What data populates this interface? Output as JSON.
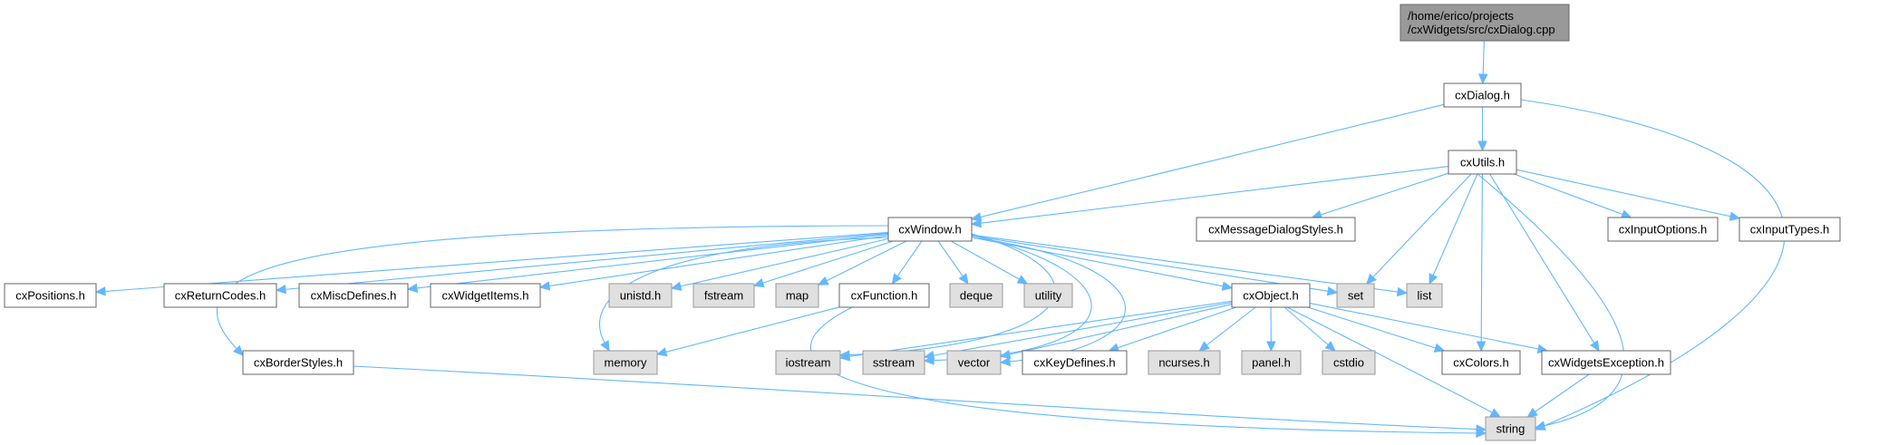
{
  "graph": {
    "title": "Include dependency graph for cxDialog.cpp",
    "colors": {
      "edge": "#63b8ff",
      "root_fill": "#999999",
      "project_fill": "#ffffff",
      "system_fill": "#e0e0e0"
    },
    "nodes": [
      {
        "id": "root",
        "label_lines": [
          "/home/erico/projects",
          "/cxWidgets/src/cxDialog.cpp"
        ],
        "kind": "root"
      },
      {
        "id": "cxDialog",
        "label_lines": [
          "cxDialog.h"
        ],
        "kind": "project"
      },
      {
        "id": "cxUtils",
        "label_lines": [
          "cxUtils.h"
        ],
        "kind": "project"
      },
      {
        "id": "cxWindow",
        "label_lines": [
          "cxWindow.h"
        ],
        "kind": "project"
      },
      {
        "id": "cxMessageDialogStyles",
        "label_lines": [
          "cxMessageDialogStyles.h"
        ],
        "kind": "project"
      },
      {
        "id": "cxInputOptions",
        "label_lines": [
          "cxInputOptions.h"
        ],
        "kind": "project"
      },
      {
        "id": "cxInputTypes",
        "label_lines": [
          "cxInputTypes.h"
        ],
        "kind": "project"
      },
      {
        "id": "cxPositions",
        "label_lines": [
          "cxPositions.h"
        ],
        "kind": "project"
      },
      {
        "id": "cxReturnCodes",
        "label_lines": [
          "cxReturnCodes.h"
        ],
        "kind": "project"
      },
      {
        "id": "cxMiscDefines",
        "label_lines": [
          "cxMiscDefines.h"
        ],
        "kind": "project"
      },
      {
        "id": "cxWidgetItems",
        "label_lines": [
          "cxWidgetItems.h"
        ],
        "kind": "project"
      },
      {
        "id": "unistd",
        "label_lines": [
          "unistd.h"
        ],
        "kind": "system"
      },
      {
        "id": "fstream",
        "label_lines": [
          "fstream"
        ],
        "kind": "system"
      },
      {
        "id": "map",
        "label_lines": [
          "map"
        ],
        "kind": "system"
      },
      {
        "id": "cxFunction",
        "label_lines": [
          "cxFunction.h"
        ],
        "kind": "project"
      },
      {
        "id": "deque",
        "label_lines": [
          "deque"
        ],
        "kind": "system"
      },
      {
        "id": "utility",
        "label_lines": [
          "utility"
        ],
        "kind": "system"
      },
      {
        "id": "cxObject",
        "label_lines": [
          "cxObject.h"
        ],
        "kind": "project"
      },
      {
        "id": "set",
        "label_lines": [
          "set"
        ],
        "kind": "system"
      },
      {
        "id": "list",
        "label_lines": [
          "list"
        ],
        "kind": "system"
      },
      {
        "id": "cxBorderStyles",
        "label_lines": [
          "cxBorderStyles.h"
        ],
        "kind": "project"
      },
      {
        "id": "memory",
        "label_lines": [
          "memory"
        ],
        "kind": "system"
      },
      {
        "id": "iostream",
        "label_lines": [
          "iostream"
        ],
        "kind": "system"
      },
      {
        "id": "sstream",
        "label_lines": [
          "sstream"
        ],
        "kind": "system"
      },
      {
        "id": "vector",
        "label_lines": [
          "vector"
        ],
        "kind": "system"
      },
      {
        "id": "cxKeyDefines",
        "label_lines": [
          "cxKeyDefines.h"
        ],
        "kind": "project"
      },
      {
        "id": "ncurses",
        "label_lines": [
          "ncurses.h"
        ],
        "kind": "system"
      },
      {
        "id": "panel",
        "label_lines": [
          "panel.h"
        ],
        "kind": "system"
      },
      {
        "id": "cstdio",
        "label_lines": [
          "cstdio"
        ],
        "kind": "system"
      },
      {
        "id": "cxColors",
        "label_lines": [
          "cxColors.h"
        ],
        "kind": "project"
      },
      {
        "id": "cxWidgetsException",
        "label_lines": [
          "cxWidgetsException.h"
        ],
        "kind": "project"
      },
      {
        "id": "string",
        "label_lines": [
          "string"
        ],
        "kind": "system"
      }
    ],
    "edges": [
      {
        "from": "root",
        "to": "cxDialog"
      },
      {
        "from": "cxDialog",
        "to": "cxUtils"
      },
      {
        "from": "cxDialog",
        "to": "cxWindow"
      },
      {
        "from": "cxDialog",
        "to": "string"
      },
      {
        "from": "cxUtils",
        "to": "cxWindow"
      },
      {
        "from": "cxUtils",
        "to": "cxMessageDialogStyles"
      },
      {
        "from": "cxUtils",
        "to": "set"
      },
      {
        "from": "cxUtils",
        "to": "list"
      },
      {
        "from": "cxUtils",
        "to": "cxColors"
      },
      {
        "from": "cxUtils",
        "to": "cxWidgetsException"
      },
      {
        "from": "cxUtils",
        "to": "string"
      },
      {
        "from": "cxUtils",
        "to": "cxInputOptions"
      },
      {
        "from": "cxUtils",
        "to": "cxInputTypes"
      },
      {
        "from": "cxWindow",
        "to": "cxPositions"
      },
      {
        "from": "cxWindow",
        "to": "cxBorderStyles"
      },
      {
        "from": "cxWindow",
        "to": "cxReturnCodes"
      },
      {
        "from": "cxWindow",
        "to": "cxMiscDefines"
      },
      {
        "from": "cxWindow",
        "to": "cxWidgetItems"
      },
      {
        "from": "cxWindow",
        "to": "memory"
      },
      {
        "from": "cxWindow",
        "to": "unistd"
      },
      {
        "from": "cxWindow",
        "to": "fstream"
      },
      {
        "from": "cxWindow",
        "to": "map"
      },
      {
        "from": "cxWindow",
        "to": "cxFunction"
      },
      {
        "from": "cxWindow",
        "to": "deque"
      },
      {
        "from": "cxWindow",
        "to": "utility"
      },
      {
        "from": "cxWindow",
        "to": "iostream"
      },
      {
        "from": "cxWindow",
        "to": "sstream"
      },
      {
        "from": "cxWindow",
        "to": "vector"
      },
      {
        "from": "cxWindow",
        "to": "cxObject"
      },
      {
        "from": "cxWindow",
        "to": "set"
      },
      {
        "from": "cxWindow",
        "to": "list"
      },
      {
        "from": "cxFunction",
        "to": "memory"
      },
      {
        "from": "cxFunction",
        "to": "string"
      },
      {
        "from": "cxObject",
        "to": "iostream"
      },
      {
        "from": "cxObject",
        "to": "sstream"
      },
      {
        "from": "cxObject",
        "to": "vector"
      },
      {
        "from": "cxObject",
        "to": "cxKeyDefines"
      },
      {
        "from": "cxObject",
        "to": "ncurses"
      },
      {
        "from": "cxObject",
        "to": "panel"
      },
      {
        "from": "cxObject",
        "to": "cstdio"
      },
      {
        "from": "cxObject",
        "to": "string"
      },
      {
        "from": "cxObject",
        "to": "cxColors"
      },
      {
        "from": "cxObject",
        "to": "cxWidgetsException"
      },
      {
        "from": "cxBorderStyles",
        "to": "string"
      },
      {
        "from": "cxWidgetsException",
        "to": "string"
      }
    ]
  }
}
